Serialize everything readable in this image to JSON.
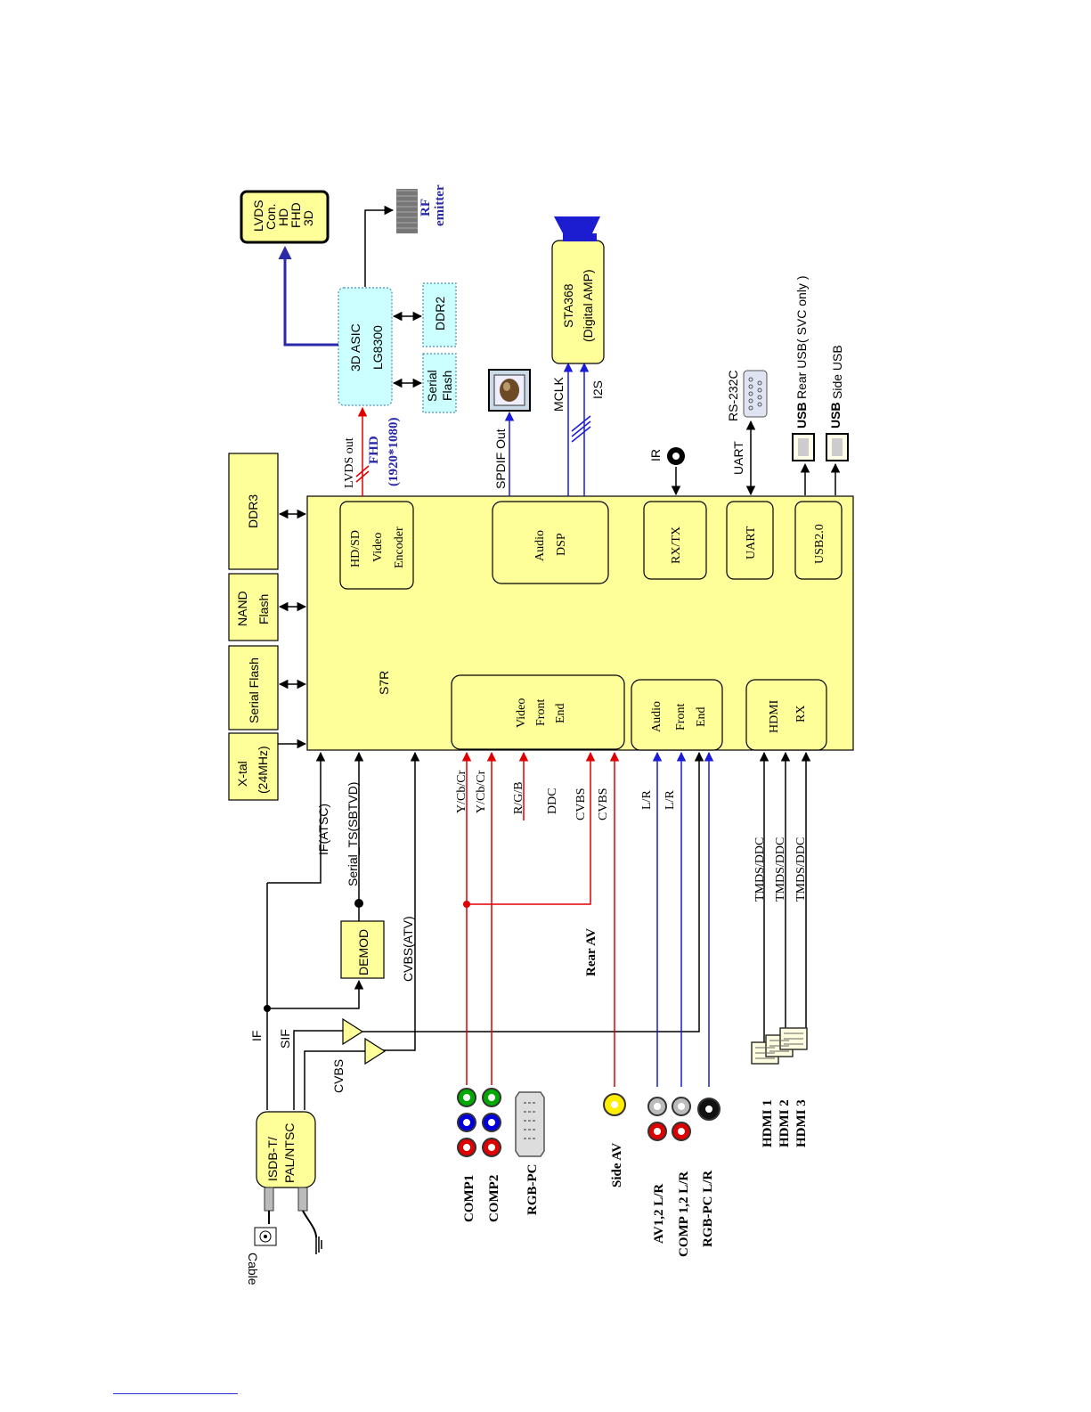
{
  "colors": {
    "block": "#ffff99",
    "cyan_block": "#ccffff",
    "video_signal": "#e00000",
    "audio_signal": "#1b1bd8",
    "fhd_text": "#2a2aa8"
  },
  "main_chip": "S7R",
  "left_blocks": {
    "ddr3": "DDR3",
    "nand": [
      "NAND",
      "Flash"
    ],
    "serial_flash": "Serial Flash",
    "xtal": [
      "X-tal",
      "(24MHz)"
    ]
  },
  "inner_blocks": {
    "hdsd_encoder": [
      "HD/SD",
      "Video",
      "Encoder"
    ],
    "audio_dsp": [
      "Audio",
      "DSP"
    ],
    "rxtx": "RX/TX",
    "uart": "UART",
    "usb": "USB2.0",
    "video_front_end": [
      "Video",
      "Front",
      "End"
    ],
    "audio_front_end": [
      "Audio",
      "Front",
      "End"
    ],
    "hdmi_rx": [
      "HDMI",
      "RX"
    ]
  },
  "asic": {
    "name": [
      "3D ASIC",
      "LG8300"
    ],
    "serial_flash": [
      "Serial",
      "Flash"
    ],
    "ddr2": "DDR2",
    "lvds_con": [
      "LVDS",
      "Con.",
      "HD",
      "FHD",
      "3D"
    ],
    "rf_emitter": [
      "RF",
      "emitter"
    ]
  },
  "amp": [
    "STA368",
    "(Digital AMP)"
  ],
  "signals": {
    "lvds_out": "LVDS out",
    "fhd": [
      "FHD",
      "(1920*1080)"
    ],
    "spdif_out": "SPDIF Out",
    "mclk": "MCLK",
    "i2s": "I2S",
    "ir": "IR",
    "uart": "UART",
    "rs232c": "RS-232C",
    "rear_usb": "Rear USB( SVC only )",
    "side_usb": "Side USB",
    "usb_icon": "USB",
    "if_atsc": "IF(ATSC)",
    "serial_ts": "Serial_TS(SBTVD)",
    "cvbs_atv": "CVBS(ATV)",
    "if": "IF",
    "sif": "SIF",
    "cvbs": "CVBS",
    "demod": "DEMOD",
    "tuner": [
      "ISDB-T/",
      "PAL/NTSC"
    ],
    "cable": "Cable"
  },
  "inputs_video": [
    "Y/Cb/Cr",
    "Y/Cb/Cr",
    "R/G/B",
    "DDC",
    "CVBS",
    "CVBS"
  ],
  "inputs_audio": [
    "L/R",
    "L/R"
  ],
  "inputs_hdmi": [
    "TMDS/DDC",
    "TMDS/DDC",
    "TMDS/DDC"
  ],
  "rear_av": "Rear AV",
  "connectors": {
    "comp1": "COMP1",
    "comp2": "COMP2",
    "rgb_pc": "RGB-PC",
    "side_av": "Side AV",
    "av_lr": "AV1,2 L/R",
    "comp_lr": "COMP 1,2 L/R",
    "rgbpc_lr": "RGB-PC L/R",
    "hdmi": [
      "HDMI 1",
      "HDMI 2",
      "HDMI 3"
    ]
  }
}
